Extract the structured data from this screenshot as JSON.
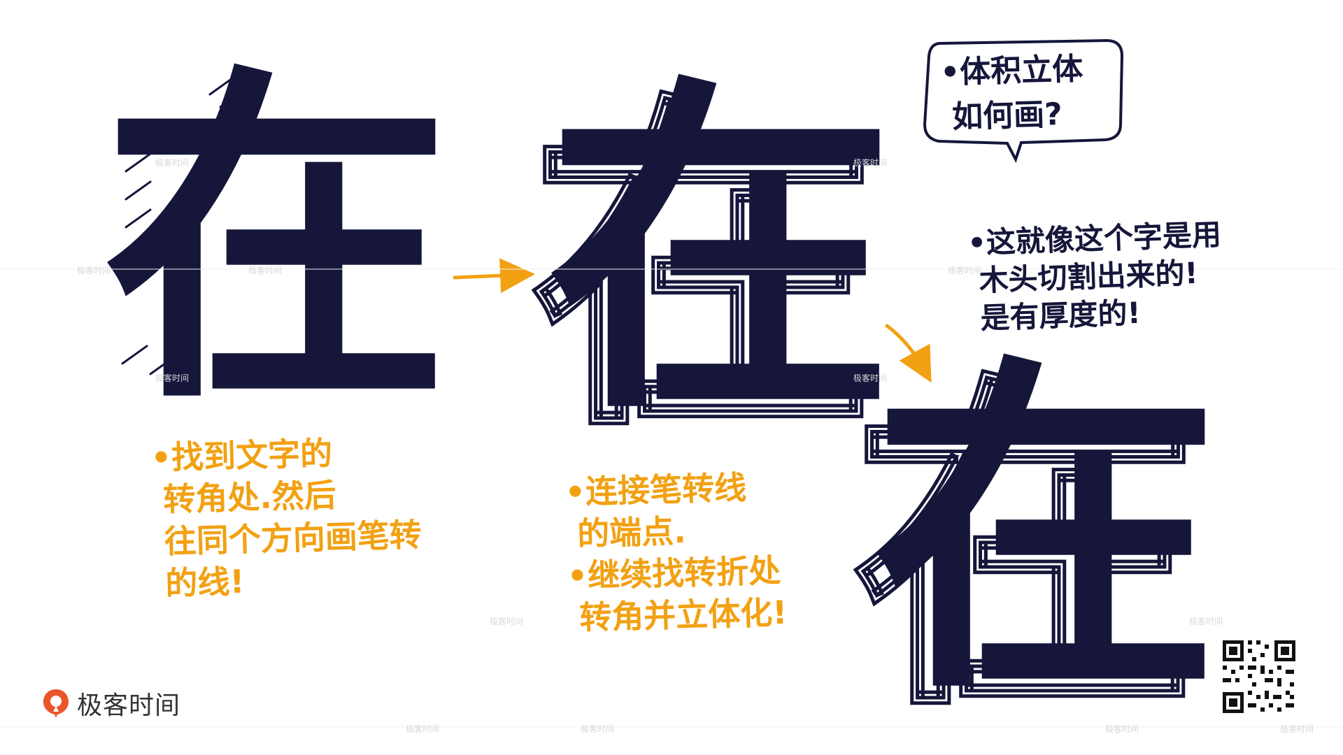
{
  "colors": {
    "ink": "#15163a",
    "accent": "#f2a113",
    "background": "#ffffff",
    "brand": "#e8562a"
  },
  "glyphs": {
    "step1": "在",
    "step2": "在",
    "step3": "在"
  },
  "notes": {
    "step1": "•找到文字的\n 转角处.然后\n 往同个方向画笔转\n 的线!",
    "step2": "•连接笔转线\n 的端点.\n•继续找转折处\n 转角并立体化!",
    "step3": "•这就像这个字是用\n 木头切割出来的!\n 是有厚度的!"
  },
  "bubble": {
    "text": "•体积立体\n 如何画?"
  },
  "brand": {
    "name": "极客时间",
    "icon": "geektime-logo-icon"
  },
  "watermark": {
    "text": "极客时间"
  },
  "icons": {
    "arrow1": "arrow-right-icon",
    "arrow2": "arrow-down-right-icon",
    "qr": "qr-code-icon"
  }
}
